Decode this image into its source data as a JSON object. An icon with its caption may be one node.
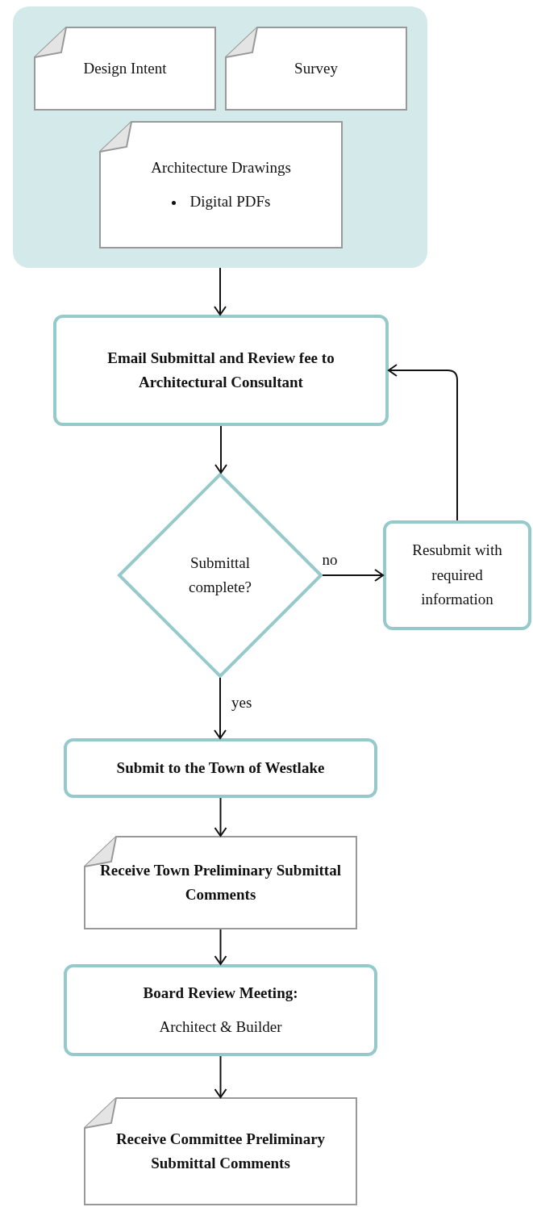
{
  "diagram": {
    "nodes": [
      {
        "text": [],
        "shape": "box"
      },
      {
        "text": [
          "Design Intent"
        ],
        "in": 0
      },
      {
        "text": [
          "Survey"
        ],
        "in": 0
      },
      {
        "text": [
          "Architecture Drawings",
          "Digital PDFs"
        ],
        "in": 0
      },
      {
        "text": [
          "Email Submittal and Review fee to Architectural Consultant"
        ]
      },
      {
        "text": [
          "Submittal complete?"
        ]
      },
      {
        "text": [
          "Resubmit with required information"
        ]
      },
      {
        "text": [
          "Submit to the Town of Westlake"
        ]
      },
      {
        "text": [
          "Receive Town Preliminary Submittal Comments"
        ]
      },
      {
        "text": [
          "Board Review Meeting:",
          "Architect & Builder"
        ]
      },
      {
        "text": [
          "Receive Committee Preliminary Submittal Comments"
        ]
      }
    ],
    "edges": [
      {
        "from": 0,
        "to": 4,
        "arrow": "to"
      },
      {
        "from": 4,
        "to": 5,
        "arrow": "to"
      },
      {
        "from": 5,
        "to": 6,
        "arrow": "to",
        "label": "no"
      },
      {
        "from": 6,
        "to": 4,
        "arrow": "to"
      },
      {
        "from": 5,
        "to": 7,
        "arrow": "to",
        "label": "yes"
      },
      {
        "from": 7,
        "to": 8,
        "arrow": "to"
      },
      {
        "from": 8,
        "to": 9,
        "arrow": "to"
      },
      {
        "from": 9,
        "to": 10,
        "arrow": "to"
      }
    ]
  }
}
